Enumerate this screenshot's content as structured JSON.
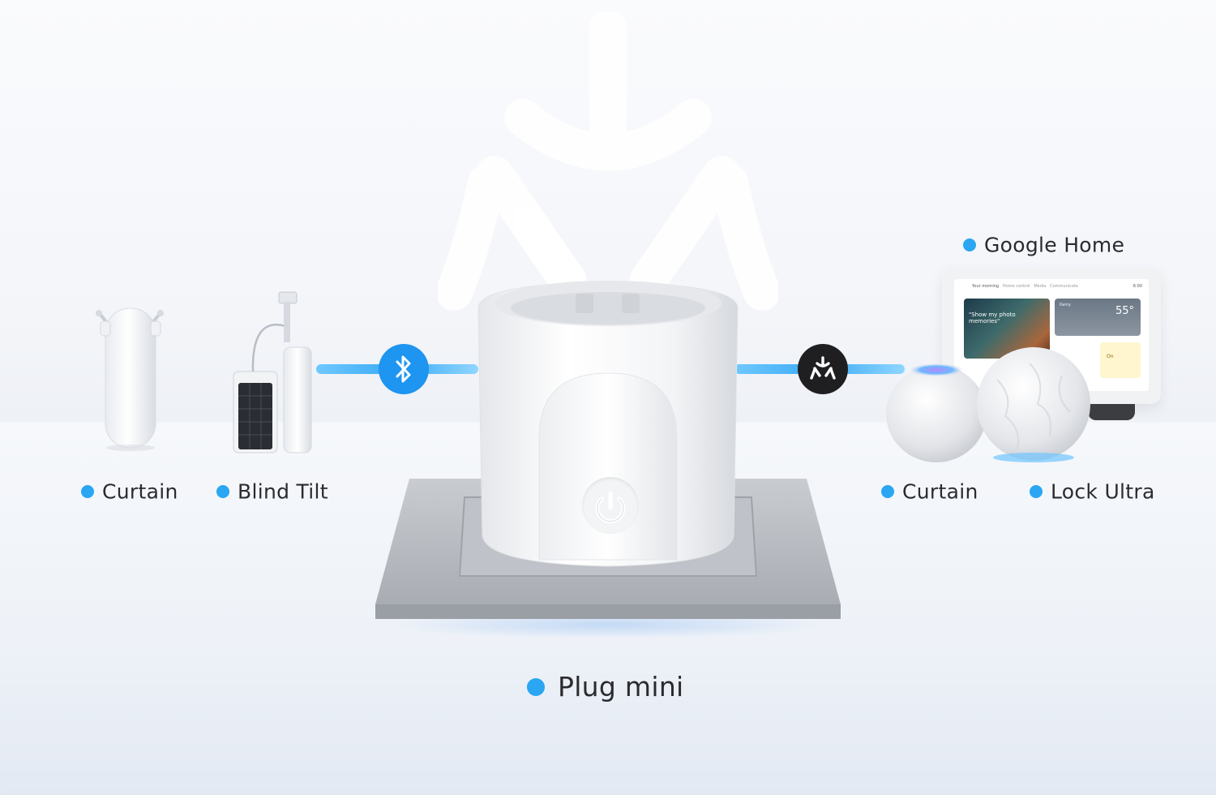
{
  "colors": {
    "accent_blue": "#2aa6f2",
    "bluetooth_blue": "#1e95f0",
    "matter_black": "#1f1f22",
    "label_text": "#2b2b2e"
  },
  "left_devices": [
    {
      "label": "Curtain",
      "icon": "curtain-motor-icon"
    },
    {
      "label": "Blind Tilt",
      "icon": "blind-tilt-solar-icon"
    }
  ],
  "right_devices": [
    {
      "label": "Curtain"
    },
    {
      "label": "Lock Ultra"
    }
  ],
  "hub": {
    "label": "Google Home",
    "display": {
      "tabs": [
        "Your morning",
        "Home control",
        "Media",
        "Communicate"
      ],
      "time": "6:00",
      "photo_caption": "\"Show my photo memories\"",
      "weather_temp": "55°",
      "weather_label": "Rainy",
      "status_on": "On"
    }
  },
  "center_device": {
    "label": "Plug mini"
  },
  "connections": {
    "left": "bluetooth-icon",
    "right": "matter-icon"
  }
}
